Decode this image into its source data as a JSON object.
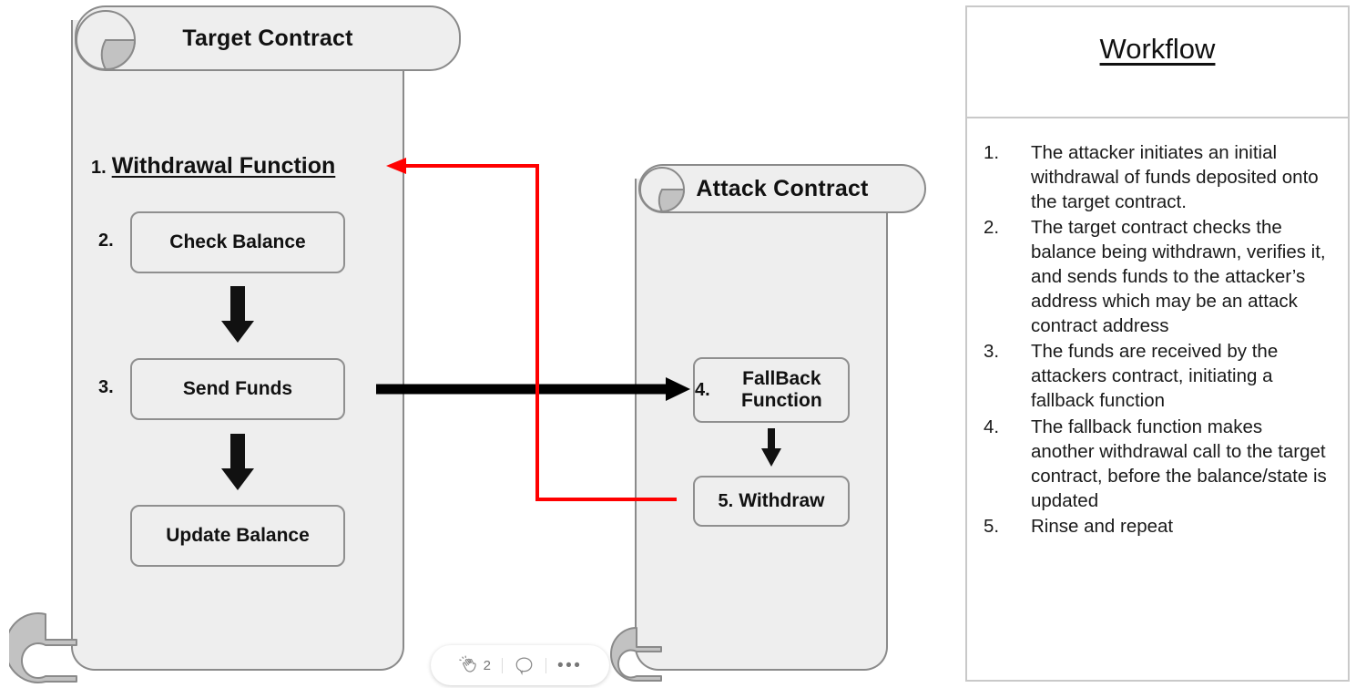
{
  "diagram": {
    "target_contract": {
      "title": "Target Contract",
      "steps": [
        {
          "num": "1.",
          "label": "Withdrawal Function",
          "underlined": true
        },
        {
          "num": "2.",
          "label": "Check Balance",
          "underlined": false
        },
        {
          "num": "3.",
          "label": "Send Funds",
          "underlined": false
        },
        {
          "num": "",
          "label": "Update Balance",
          "underlined": false
        }
      ]
    },
    "attack_contract": {
      "title": "Attack Contract",
      "steps": [
        {
          "num": "4.",
          "label": "FallBack Function",
          "underlined": false
        },
        {
          "num": "5.",
          "label": "Withdraw",
          "underlined": false
        }
      ]
    },
    "connectors": [
      {
        "name": "send-funds-to-fallback",
        "color": "#000000",
        "from": "Send Funds",
        "to": "FallBack Function"
      },
      {
        "name": "withdraw-to-withdrawal-function",
        "color": "#FF0000",
        "from": "Withdraw",
        "to": "Withdrawal Function"
      },
      {
        "name": "check-balance-to-send-funds",
        "color": "#000000",
        "from": "Check Balance",
        "to": "Send Funds"
      },
      {
        "name": "send-funds-to-update-balance",
        "color": "#000000",
        "from": "Send Funds",
        "to": "Update Balance"
      },
      {
        "name": "fallback-to-withdraw",
        "color": "#000000",
        "from": "FallBack Function",
        "to": "Withdraw"
      }
    ]
  },
  "workflow": {
    "title": "Workflow",
    "items": [
      {
        "marker": "1.",
        "text": "The attacker initiates an initial withdrawal of funds deposited onto the target contract."
      },
      {
        "marker": "2.",
        "text": "The target contract checks the balance being withdrawn, verifies it, and sends funds to the attacker’s address which may be an attack contract address"
      },
      {
        "marker": "3.",
        "text": "The funds are received by the attackers contract, initiating a fallback function"
      },
      {
        "marker": "4.",
        "text": "The fallback function makes another withdrawal call to the target contract, before the balance/state is updated"
      },
      {
        "marker": "5.",
        "text": "Rinse and repeat"
      }
    ]
  },
  "reaction_bar": {
    "clap_icon": "clap-icon",
    "clap_count": "2",
    "comment_icon": "comment-icon",
    "more_icon": "more-options-icon"
  },
  "colors": {
    "panel_fill": "#EEEEEE",
    "panel_border": "#8A8A8A",
    "red_arrow": "#FF0000",
    "black_arrow": "#000000",
    "workflow_border": "#C9C9C9"
  }
}
